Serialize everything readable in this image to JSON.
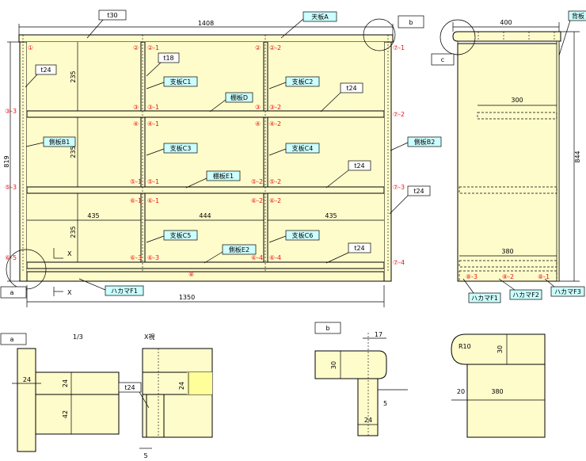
{
  "front": {
    "top_thickness": "t30",
    "overall_width": "1408",
    "top_name": "天板A",
    "detail_b": "b",
    "detail_a": "a",
    "height": "819",
    "shelf_height": "235",
    "t24": "t24",
    "t18": "t18",
    "bottom_width": "1350",
    "bays": [
      "435",
      "444",
      "435"
    ],
    "x_mark": "X",
    "labels": {
      "shitaita_c1": "支板C1",
      "shitaita_c2": "支板C2",
      "shitaita_c3": "支板C3",
      "shitaita_c4": "支板C4",
      "shitaita_c5": "支板C5",
      "shitaita_c6": "支板C6",
      "tanaita_d": "棚板D",
      "tanaita_e1": "棚板E1",
      "sokuban_e2": "側板E2",
      "sokuban_b1": "側板B1",
      "sokuban_b2": "側板B2",
      "hakama_f1": "ハカマF1"
    },
    "markers": {
      "m1": "①",
      "m2": "②",
      "m2_1": "②-1",
      "m2_2": "②-2",
      "m3": "③",
      "m3_1": "③-1",
      "m3_2": "③-2",
      "m3_3": "③-3",
      "m4": "④",
      "m4_1": "④-1",
      "m4_2": "④-2",
      "m5_1": "⑤-1",
      "m5_2": "⑤-2",
      "m5_3": "⑤-3",
      "m6_1": "⑥-1",
      "m6_2": "⑥-2",
      "m6_3": "⑥-3",
      "m6_4": "⑥-4",
      "m6_5": "⑥-5",
      "m7_1": "⑦-1",
      "m7_2": "⑦-2",
      "m7_3": "⑦-3",
      "m7_4": "⑦-4",
      "m8": "⑧"
    }
  },
  "side": {
    "top_label": "背板",
    "depth": "400",
    "detail_c": "c",
    "shelf_depth": "300",
    "height": "844",
    "bottom_depth": "380",
    "m8_1": "⑧-1",
    "m8_2": "⑧-2",
    "m8_3": "⑧-3",
    "hakama_f1": "ハカマF1",
    "hakama_f2": "ハカマF2",
    "hakama_f3": "ハカマF3"
  },
  "details": {
    "a_tag": "a",
    "scale": "1/3",
    "x_view": "X視",
    "a_24h": "24",
    "a_24v": "24",
    "a_42": "42",
    "x_t24": "t24",
    "x_24": "24",
    "x_5": "5",
    "b_tag": "b",
    "b_17": "17",
    "b_30": "30",
    "b_5": "5",
    "b_24": "24",
    "c_r10": "R10",
    "c_30": "30",
    "c_20": "20",
    "c_380": "380"
  }
}
